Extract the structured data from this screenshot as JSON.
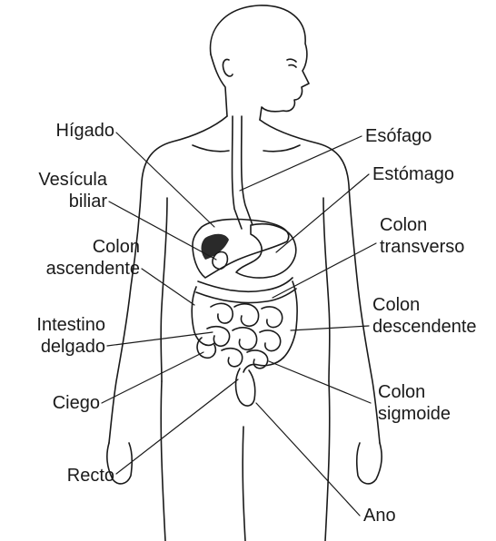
{
  "labels": {
    "higado": "Hígado",
    "vesicula_1": "Vesícula",
    "vesicula_2": "biliar",
    "colon_asc_1": "Colon",
    "colon_asc_2": "ascendente",
    "intestino_1": "Intestino",
    "intestino_2": "delgado",
    "ciego": "Ciego",
    "recto": "Recto",
    "esofago": "Esófago",
    "estomago": "Estómago",
    "colon_trans_1": "Colon",
    "colon_trans_2": "transverso",
    "colon_desc_1": "Colon",
    "colon_desc_2": "descendente",
    "colon_sig_1": "Colon",
    "colon_sig_2": "sigmoide",
    "ano": "Ano"
  },
  "colors": {
    "ink": "#1a1a1a",
    "shade": "#555555"
  }
}
